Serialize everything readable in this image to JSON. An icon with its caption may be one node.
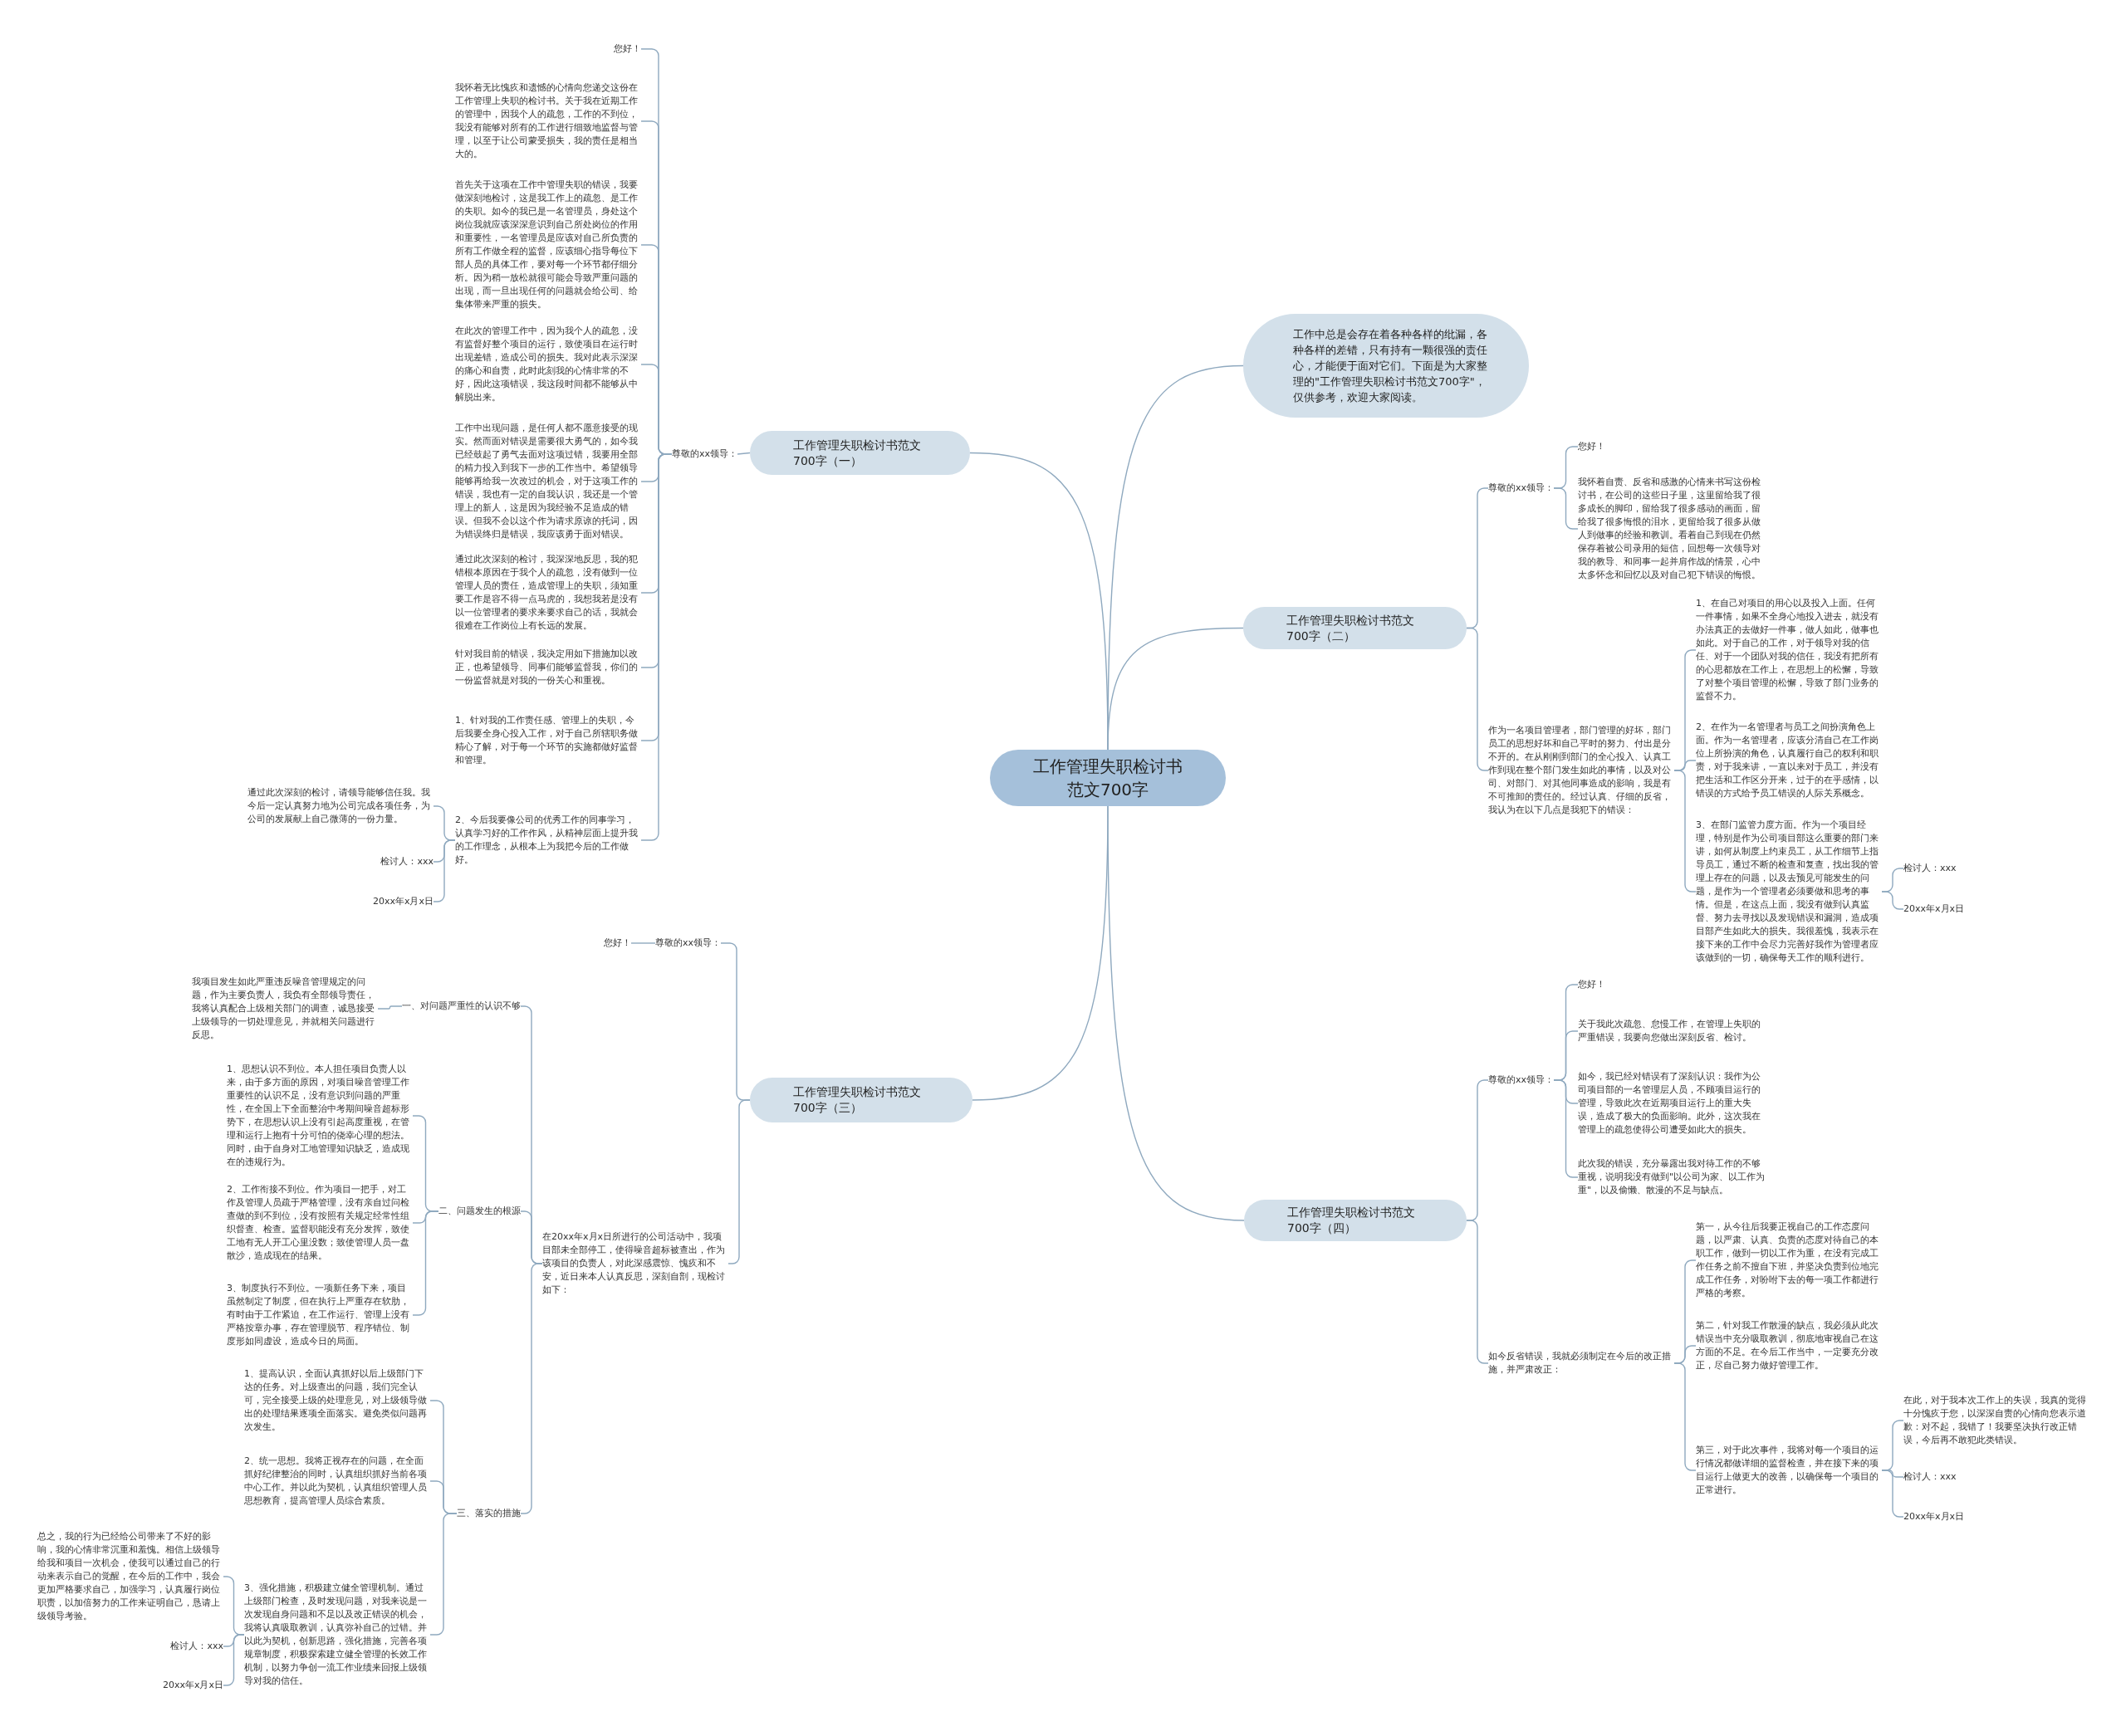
{
  "diagram": {
    "nodes": [
      {
        "text": [
          "工作管理失职检讨书范文700字"
        ]
      },
      {
        "text": [
          "工作中总是会存在着各种各样的纰漏，各种各样的差错，只有持有一颗很强的责任心，才能便于面对它们。下面是为大家整理的\"工作管理失职检讨书范文700字\"，仅供参考，欢迎大家阅读。"
        ]
      },
      {
        "text": [
          "工作管理失职检讨书范文700字（一）"
        ]
      },
      {
        "text": [
          "尊敬的xx领导："
        ]
      },
      {
        "text": [
          "您好！"
        ]
      },
      {
        "text": [
          "我怀着无比愧疚和遗憾的心情向您递交这份在工作管理上失职的检讨书。关于我在近期工作的管理中，因我个人的疏忽，工作的不到位，我没有能够对所有的工作进行细致地监督与管理，以至于让公司蒙受损失，我的责任是相当大的。"
        ]
      },
      {
        "text": [
          "首先关于这项在工作中管理失职的错误，我要做深刻地检讨，这是我工作上的疏忽、是工作的失职。如今的我已是一名管理员，身处这个岗位我就应该深深意识到自己所处岗位的作用和重要性，一名管理员是应该对自己所负责的所有工作做全程的监督，应该细心指导每位下部人员的具体工作，要对每一个环节都仔细分析。因为稍一放松就很可能会导致严重问题的出现，而一旦出现任何的问题就会给公司、给集体带来严重的损失。"
        ]
      },
      {
        "text": [
          "在此次的管理工作中，因为我个人的疏忽，没有监督好整个项目的运行，致使项目在运行时出现差错，造成公司的损失。我对此表示深深的痛心和自责，此时此刻我的心情非常的不好，因此这项错误，我这段时间都不能够从中解脱出来。"
        ]
      },
      {
        "text": [
          "工作中出现问题，是任何人都不愿意接受的现实。然而面对错误是需要很大勇气的，如今我已经鼓起了勇气去面对这项过错，我要用全部的精力投入到我下一步的工作当中。希望领导能够再给我一次改过的机会，对于这项工作的错误，我也有一定的自我认识，我还是一个管理上的新人，这是因为我经验不足造成的错误。但我不会以这个作为请求原谅的托词，因为错误终归是错误，我应该勇于面对错误。"
        ]
      },
      {
        "text": [
          "通过此次深刻的检讨，我深深地反思，我的犯错根本原因在于我个人的疏忽，没有做到一位管理人员的责任，造成管理上的失职，须知重要工作是容不得一点马虎的，我想我若是没有以一位管理者的要求来要求自己的话，我就会很难在工作岗位上有长远的发展。"
        ]
      },
      {
        "text": [
          "针对我目前的错误，我决定用如下措施加以改正，也希望领导、同事们能够监督我，你们的一份监督就是对我的一份关心和重视。"
        ]
      },
      {
        "text": [
          "1、针对我的工作责任感、管理上的失职，今后我要全身心投入工作，对于自己所辖职务做精心了解，对于每一个环节的实施都做好监督和管理。"
        ]
      },
      {
        "text": [
          "2、今后我要像公司的优秀工作的同事学习，认真学习好的工作作风，从精神层面上提升我的工作理念，从根本上为我把今后的工作做好。"
        ]
      },
      {
        "text": [
          "通过此次深刻的检讨，请领导能够信任我。我今后一定认真努力地为公司完成各项任务，为公司的发展献上自己微薄的一份力量。"
        ]
      },
      {
        "text": [
          "检讨人：xxx"
        ]
      },
      {
        "text": [
          "20xx年x月x日"
        ]
      },
      {
        "text": [
          "工作管理失职检讨书范文700字（二）"
        ]
      },
      {
        "text": [
          "尊敬的xx领导："
        ]
      },
      {
        "text": [
          "您好！"
        ]
      },
      {
        "text": [
          "我怀着自责、反省和感激的心情来书写这份检讨书，在公司的这些日子里，这里留给我了很多成长的脚印，留给我了很多感动的画面，留给我了很多悔恨的泪水，更留给我了很多从做人到做事的经验和教训。看着自己到现在仍然保存着被公司录用的短信，回想每一次领导对我的教导、和同事一起并肩作战的情景，心中太多怀念和回忆以及对自己犯下错误的悔恨。"
        ]
      },
      {
        "text": [
          "作为一名项目管理者，部门管理的好坏，部门员工的思想好坏和自己平时的努力、付出是分不开的。在从刚刚到部门的全心投入、认真工作到现在整个部门发生如此的事情，以及对公司、对部门、对其他同事造成的影响，我是有不可推卸的责任的。经过认真、仔细的反省，我认为在以下几点是我犯下的错误："
        ]
      },
      {
        "text": [
          "1、在自己对项目的用心以及投入上面。任何一件事情，如果不全身心地投入进去，就没有办法真正的去做好一件事，做人如此，做事也如此。对于自己的工作，对于领导对我的信任、对于一个团队对我的信任，我没有把所有的心思都放在工作上，在思想上的松懈，导致了对整个项目管理的松懈，导致了部门业务的监督不力。"
        ]
      },
      {
        "text": [
          "2、在作为一名管理者与员工之间扮演角色上面。作为一名管理者，应该分清自己在工作岗位上所扮演的角色，认真履行自己的权利和职责，对于我来讲，一直以来对于员工，并没有把生活和工作区分开来，过于的在乎感情，以错误的方式给予员工错误的人际关系概念。"
        ]
      },
      {
        "text": [
          "3、在部门监管力度方面。作为一个项目经理，特别是作为公司项目部这么重要的部门来讲，如何从制度上约束员工，从工作细节上指导员工，通过不断的检查和复查，找出我的管理上存在的问题，以及去预见可能发生的问题，是作为一个管理者必须要做和思考的事情。但是，在这点上面，我没有做到认真监督、努力去寻找以及发现错误和漏洞，造成项目部产生如此大的损失。我很羞愧，我表示在接下来的工作中会尽力完善好我作为管理者应该做到的一切，确保每天工作的顺利进行。"
        ]
      },
      {
        "text": [
          "检讨人：xxx"
        ]
      },
      {
        "text": [
          "20xx年x月x日"
        ]
      },
      {
        "text": [
          "工作管理失职检讨书范文700字（三）"
        ]
      },
      {
        "text": [
          "尊敬的xx领导："
        ]
      },
      {
        "text": [
          "您好！"
        ]
      },
      {
        "text": [
          "在20xx年x月x日所进行的公司活动中，我项目部未全部停工，使得噪音超标被查出，作为该项目的负责人，对此深感震惊、愧疚和不安，近日来本人认真反思，深刻自剖，现检讨如下："
        ]
      },
      {
        "text": [
          "一、对问题严重性的认识不够"
        ]
      },
      {
        "text": [
          "我项目发生如此严重违反噪音管理规定的问题，作为主要负责人，我负有全部领导责任，我将认真配合上级相关部门的调查，诚恳接受上级领导的一切处理意见，并就相关问题进行反思。"
        ]
      },
      {
        "text": [
          "二、问题发生的根源"
        ]
      },
      {
        "text": [
          "1、思想认识不到位。本人担任项目负责人以来，由于多方面的原因，对项目噪音管理工作重要性的认识不足，没有意识到问题的严重性，在全国上下全面整治中考期间噪音超标形势下，在思想认识上没有引起高度重视，在管理和运行上抱有十分可怕的侥幸心理的想法。同时，由于自身对工地管理知识缺乏，造成现在的违规行为。"
        ]
      },
      {
        "text": [
          "2、工作衔接不到位。作为项目一把手，对工作及管理人员疏于严格管理，没有亲自过问检查做的到不到位，没有按照有关规定经常性组织督查、检查。监督职能没有充分发挥，致使工地有无人开工心里没数；致使管理人员一盘散沙，造成现在的结果。"
        ]
      },
      {
        "text": [
          "3、制度执行不到位。一项新任务下来，项目虽然制定了制度，但在执行上严重存在软肋，有时由于工作紧迫，在工作运行、管理上没有严格按章办事，存在管理脱节、程序错位、制度形如同虚设，造成今日的局面。"
        ]
      },
      {
        "text": [
          "三、落实的措施"
        ]
      },
      {
        "text": [
          "1、提高认识，全面认真抓好以后上级部门下达的任务。对上级查出的问题，我们完全认可，完全接受上级的处理意见，对上级领导做出的处理结果逐项全面落实。避免类似问题再次发生。"
        ]
      },
      {
        "text": [
          "2、统一思想。我将正视存在的问题，在全面抓好纪律整治的同时，认真组织抓好当前各项中心工作。并以此为契机，认真组织管理人员思想教育，提高管理人员综合素质。"
        ]
      },
      {
        "text": [
          "3、强化措施，积极建立健全管理机制。通过上级部门检查，及时发现问题，对我来说是一次发现自身问题和不足以及改正错误的机会，我将认真吸取教训，认真弥补自己的过错。并以此为契机，创新思路，强化措施，完善各项规章制度，积极探索建立健全管理的长效工作机制，以努力争创一流工作业绩来回报上级领导对我的信任。"
        ]
      },
      {
        "text": [
          "总之，我的行为已经给公司带来了不好的影响，我的心情非常沉重和羞愧。相信上级领导给我和项目一次机会，使我可以通过自己的行动来表示自己的觉醒，在今后的工作中，我会更加严格要求自己，加强学习，认真履行岗位职责，以加倍努力的工作来证明自己，恳请上级领导考验。"
        ]
      },
      {
        "text": [
          "检讨人：xxx"
        ]
      },
      {
        "text": [
          "20xx年x月x日"
        ]
      },
      {
        "text": [
          "工作管理失职检讨书范文700字（四）"
        ]
      },
      {
        "text": [
          "尊敬的xx领导："
        ]
      },
      {
        "text": [
          "您好！"
        ]
      },
      {
        "text": [
          "关于我此次疏忽、怠慢工作，在管理上失职的严重错误，我要向您做出深刻反省、检讨。"
        ]
      },
      {
        "text": [
          "如今，我已经对错误有了深刻认识：我作为公司项目部的一名管理层人员，不顾项目运行的管理，导致此次在近期项目运行上的重大失误，造成了极大的负面影响。此外，这次我在管理上的疏忽使得公司遭受如此大的损失。"
        ]
      },
      {
        "text": [
          "此次我的错误，充分暴露出我对待工作的不够重视，说明我没有做到\"以公司为家、以工作为重\"，以及偷懒、散漫的不足与缺点。"
        ]
      },
      {
        "text": [
          "如今反省错误，我就必须制定在今后的改正措施，并严肃改正："
        ]
      },
      {
        "text": [
          "第一，从今往后我要正视自己的工作态度问题，以严肃、认真、负责的态度对待自己的本职工作，做到一切以工作为重，在没有完成工作任务之前不擅自下班，并坚决负责到位地完成工作任务，对吩咐下去的每一项工作都进行严格的考察。"
        ]
      },
      {
        "text": [
          "第二，针对我工作散漫的缺点，我必须从此次错误当中充分吸取教训，彻底地审视自己在这方面的不足。在今后工作当中，一定要充分改正，尽自己努力做好管理工作。"
        ]
      },
      {
        "text": [
          "第三，对于此次事件，我将对每一个项目的运行情况都做详细的监督检查，并在接下来的项目运行上做更大的改善，以确保每一个项目的正常进行。"
        ]
      },
      {
        "text": [
          "在此，对于我本次工作上的失误，我真的觉得十分愧疚于您，以深深自责的心情向您表示道歉：对不起，我错了！我要坚决执行改正错误，今后再不敢犯此类错误。"
        ]
      },
      {
        "text": [
          "检讨人：xxx"
        ]
      },
      {
        "text": [
          "20xx年x月x日"
        ]
      }
    ],
    "edges": [
      {
        "from": 0,
        "to": 1,
        "arrow": "none"
      },
      {
        "from": 0,
        "to": 2,
        "arrow": "none"
      },
      {
        "from": 0,
        "to": 16,
        "arrow": "none"
      },
      {
        "from": 0,
        "to": 26,
        "arrow": "none"
      },
      {
        "from": 0,
        "to": 43,
        "arrow": "none"
      },
      {
        "from": 2,
        "to": 3,
        "arrow": "none"
      },
      {
        "from": 3,
        "to": 4,
        "arrow": "none"
      },
      {
        "from": 3,
        "to": 5,
        "arrow": "none"
      },
      {
        "from": 3,
        "to": 6,
        "arrow": "none"
      },
      {
        "from": 3,
        "to": 7,
        "arrow": "none"
      },
      {
        "from": 3,
        "to": 8,
        "arrow": "none"
      },
      {
        "from": 3,
        "to": 9,
        "arrow": "none"
      },
      {
        "from": 3,
        "to": 10,
        "arrow": "none"
      },
      {
        "from": 3,
        "to": 11,
        "arrow": "none"
      },
      {
        "from": 3,
        "to": 12,
        "arrow": "none"
      },
      {
        "from": 12,
        "to": 13,
        "arrow": "none"
      },
      {
        "from": 12,
        "to": 14,
        "arrow": "none"
      },
      {
        "from": 12,
        "to": 15,
        "arrow": "none"
      },
      {
        "from": 16,
        "to": 17,
        "arrow": "none"
      },
      {
        "from": 16,
        "to": 20,
        "arrow": "none"
      },
      {
        "from": 17,
        "to": 18,
        "arrow": "none"
      },
      {
        "from": 17,
        "to": 19,
        "arrow": "none"
      },
      {
        "from": 20,
        "to": 21,
        "arrow": "none"
      },
      {
        "from": 20,
        "to": 22,
        "arrow": "none"
      },
      {
        "from": 20,
        "to": 23,
        "arrow": "none"
      },
      {
        "from": 23,
        "to": 24,
        "arrow": "none"
      },
      {
        "from": 23,
        "to": 25,
        "arrow": "none"
      },
      {
        "from": 26,
        "to": 27,
        "arrow": "none"
      },
      {
        "from": 26,
        "to": 29,
        "arrow": "none"
      },
      {
        "from": 27,
        "to": 28,
        "arrow": "none"
      },
      {
        "from": 29,
        "to": 30,
        "arrow": "none"
      },
      {
        "from": 29,
        "to": 32,
        "arrow": "none"
      },
      {
        "from": 29,
        "to": 36,
        "arrow": "none"
      },
      {
        "from": 30,
        "to": 31,
        "arrow": "none"
      },
      {
        "from": 32,
        "to": 33,
        "arrow": "none"
      },
      {
        "from": 32,
        "to": 34,
        "arrow": "none"
      },
      {
        "from": 32,
        "to": 35,
        "arrow": "none"
      },
      {
        "from": 36,
        "to": 37,
        "arrow": "none"
      },
      {
        "from": 36,
        "to": 38,
        "arrow": "none"
      },
      {
        "from": 36,
        "to": 39,
        "arrow": "none"
      },
      {
        "from": 39,
        "to": 40,
        "arrow": "none"
      },
      {
        "from": 39,
        "to": 41,
        "arrow": "none"
      },
      {
        "from": 39,
        "to": 42,
        "arrow": "none"
      },
      {
        "from": 43,
        "to": 44,
        "arrow": "none"
      },
      {
        "from": 43,
        "to": 49,
        "arrow": "none"
      },
      {
        "from": 44,
        "to": 45,
        "arrow": "none"
      },
      {
        "from": 44,
        "to": 46,
        "arrow": "none"
      },
      {
        "from": 44,
        "to": 47,
        "arrow": "none"
      },
      {
        "from": 44,
        "to": 48,
        "arrow": "none"
      },
      {
        "from": 49,
        "to": 50,
        "arrow": "none"
      },
      {
        "from": 49,
        "to": 51,
        "arrow": "none"
      },
      {
        "from": 49,
        "to": 52,
        "arrow": "none"
      },
      {
        "from": 52,
        "to": 53,
        "arrow": "none"
      },
      {
        "from": 52,
        "to": 54,
        "arrow": "none"
      },
      {
        "from": 52,
        "to": 55,
        "arrow": "none"
      }
    ]
  }
}
